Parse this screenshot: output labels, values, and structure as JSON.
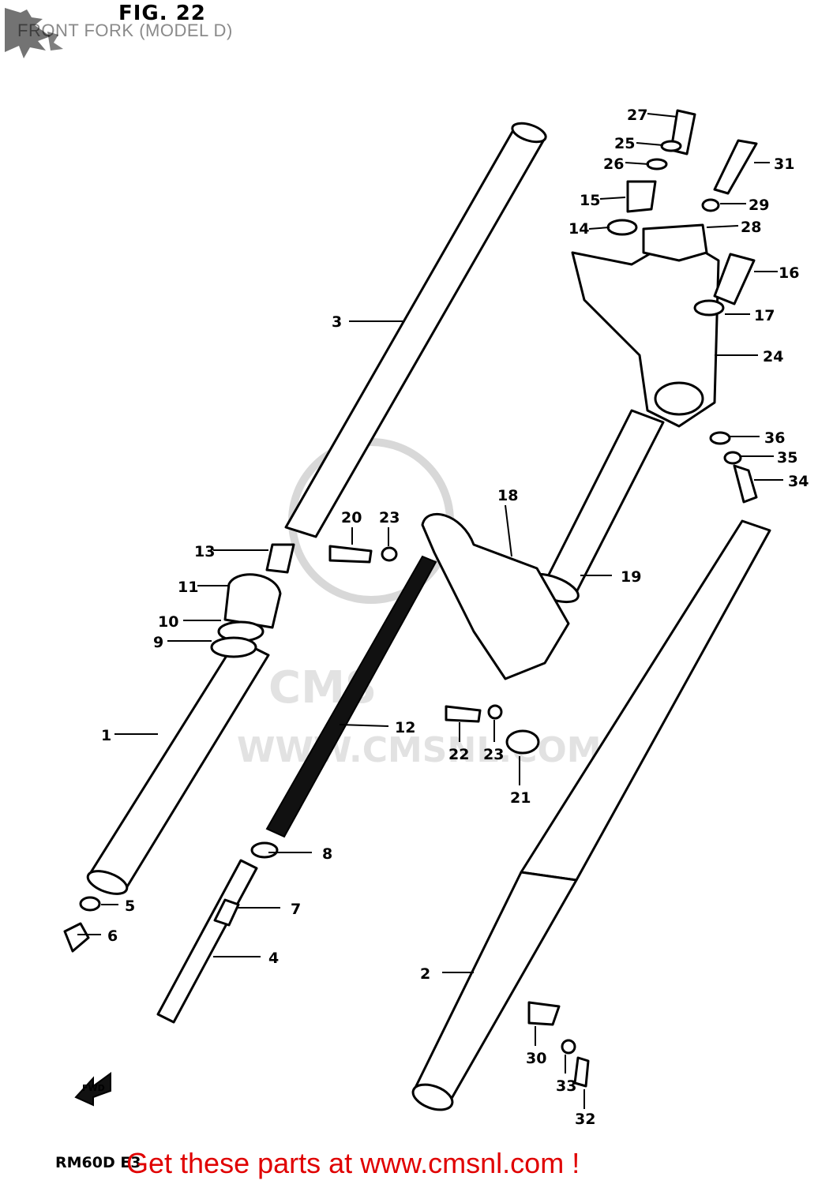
{
  "header": {
    "fig_label": "FIG. 22",
    "subtitle": "FRONT FORK (MODEL D)"
  },
  "footer": {
    "model_code": "RM60D E3",
    "promo_text": "Get these parts at www.cmsnl.com !",
    "promo_color": "#e00000"
  },
  "watermark": {
    "brand": "CMS",
    "url": "WWW.CMSNL.COM"
  },
  "direction_marker": "FWD",
  "part_callouts": [
    "1",
    "2",
    "3",
    "4",
    "5",
    "6",
    "7",
    "8",
    "9",
    "10",
    "11",
    "12",
    "13",
    "14",
    "15",
    "16",
    "17",
    "18",
    "19",
    "20",
    "21",
    "22",
    "23",
    "23",
    "24",
    "25",
    "26",
    "27",
    "28",
    "29",
    "30",
    "31",
    "32",
    "33",
    "34",
    "35",
    "36"
  ]
}
